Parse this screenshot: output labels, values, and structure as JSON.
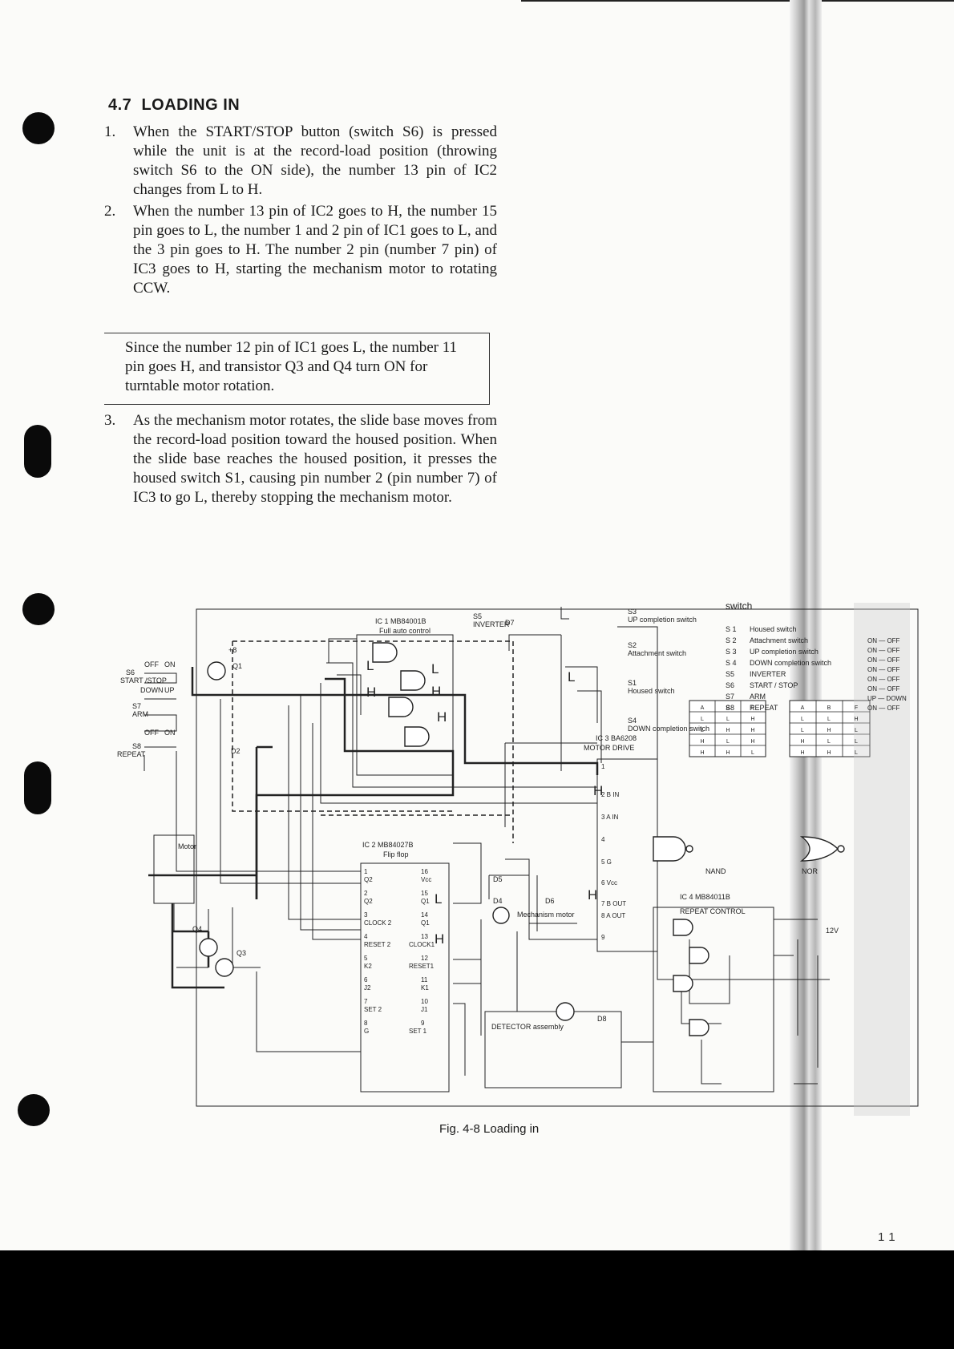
{
  "section": {
    "number": "4.7",
    "title": "LOADING IN"
  },
  "steps": [
    {
      "num": "1.",
      "text": "When the START/STOP button (switch S6) is pressed while the unit is at the record-load position (throwing switch S6 to the ON side), the number 13 pin of IC2 changes from L to H."
    },
    {
      "num": "2.",
      "text": "When the number 13 pin of IC2 goes to H, the number 15 pin goes to L, the number 1 and 2 pin of IC1 goes to L, and the 3 pin goes to H. The number 2 pin (number 7 pin) of IC3 goes to H, starting the mechanism motor to rotating CCW."
    },
    {
      "num": "3.",
      "text": "As the mechanism motor rotates, the slide base moves from the record-load position toward the housed position. When the slide base reaches the housed position, it presses the housed switch S1, causing pin number 2 (pin number 7) of IC3 to go L, thereby stopping the mechanism motor."
    }
  ],
  "note_box": "Since the number 12 pin of IC1 goes L, the number 11 pin goes H, and transistor Q3 and Q4 turn ON for turntable motor rotation.",
  "figure": {
    "caption": "Fig. 4-8  Loading in",
    "ic1": {
      "name": "IC 1  MB84001B",
      "desc": "Full auto control"
    },
    "ic2": {
      "name": "IC 2  MB84027B",
      "desc": "Flip flop",
      "pins_left": [
        "1",
        "Q2",
        "2",
        "Q2",
        "3",
        "CLOCK 2",
        "4",
        "RESET 2",
        "5",
        "K2",
        "6",
        "J2",
        "7",
        "SET 2",
        "8",
        "G"
      ],
      "pins_right": [
        "16",
        "Vcc",
        "15",
        "Q1",
        "14",
        "Q1",
        "13",
        "CLOCK1",
        "12",
        "RESET1",
        "11",
        "K1",
        "10",
        "J1",
        "9",
        "SET 1"
      ]
    },
    "ic3": {
      "name": "IC 3  BA6208",
      "desc": "MOTOR DRIVE",
      "pins": [
        "1",
        "2 B IN",
        "3 A IN",
        "4",
        "5 G",
        "6 Vcc",
        "7 B OUT",
        "8 A OUT",
        "9"
      ]
    },
    "ic4": {
      "name": "IC 4  MB84011B",
      "desc": "REPEAT CONTROL"
    },
    "inverter": "INVERTER",
    "s5": "S5",
    "d_labels": [
      "D7",
      "D5",
      "D4",
      "D6",
      "D2"
    ],
    "switches_left": [
      {
        "id": "S6",
        "label": "START /STOP",
        "off": "OFF",
        "on": "ON"
      },
      {
        "id": "S7",
        "label": "ARM",
        "off": "DOWN",
        "on": "UP"
      },
      {
        "id": "S8",
        "label": "REPEAT",
        "off": "OFF",
        "on": "ON"
      }
    ],
    "sw_s3": {
      "id": "S3",
      "label": "UP completion switch"
    },
    "sw_s2": {
      "id": "S2",
      "label": "Attachment switch"
    },
    "sw_s1": {
      "id": "S1",
      "label": "Housed switch"
    },
    "sw_s4": {
      "id": "S4",
      "label": "DOWN completion switch"
    },
    "switch_header": "switch",
    "switch_table": [
      {
        "id": "S 1",
        "name": "Housed switch",
        "state": "ON — OFF"
      },
      {
        "id": "S 2",
        "name": "Attachment switch",
        "state": "ON — OFF"
      },
      {
        "id": "S 3",
        "name": "UP completion switch",
        "state": "ON — OFF"
      },
      {
        "id": "S 4",
        "name": "DOWN completion switch",
        "state": "ON — OFF"
      },
      {
        "id": "S5",
        "name": "INVERTER",
        "state": "ON — OFF"
      },
      {
        "id": "S6",
        "name": "START / STOP",
        "state": "ON — OFF"
      },
      {
        "id": "S7",
        "name": "ARM",
        "state": "UP — DOWN"
      },
      {
        "id": "S8",
        "name": "REPEAT",
        "state": "ON — OFF"
      }
    ],
    "nand_table": {
      "header": [
        "A",
        "B",
        "F"
      ],
      "rows": [
        [
          "L",
          "L",
          "H"
        ],
        [
          "L",
          "H",
          "H"
        ],
        [
          "H",
          "L",
          "H"
        ],
        [
          "H",
          "H",
          "L"
        ]
      ]
    },
    "nor_table": {
      "header": [
        "A",
        "B",
        "F"
      ],
      "rows": [
        [
          "L",
          "L",
          "H"
        ],
        [
          "L",
          "H",
          "L"
        ],
        [
          "H",
          "L",
          "L"
        ],
        [
          "H",
          "H",
          "L"
        ]
      ]
    },
    "nand_label": "NAND",
    "nor_label": "NOR",
    "motor_label": "Motor",
    "mech_motor": "Mechanism motor",
    "detector": "DETECTOR assembly",
    "d8": "D8",
    "q_labels": [
      "Q1",
      "Q3",
      "Q4"
    ],
    "plus8": "+8",
    "plus12": "12V",
    "levels": [
      "L",
      "H",
      "L",
      "H",
      "L",
      "H",
      "H",
      "L",
      "H",
      "H"
    ]
  },
  "page_number": "11"
}
